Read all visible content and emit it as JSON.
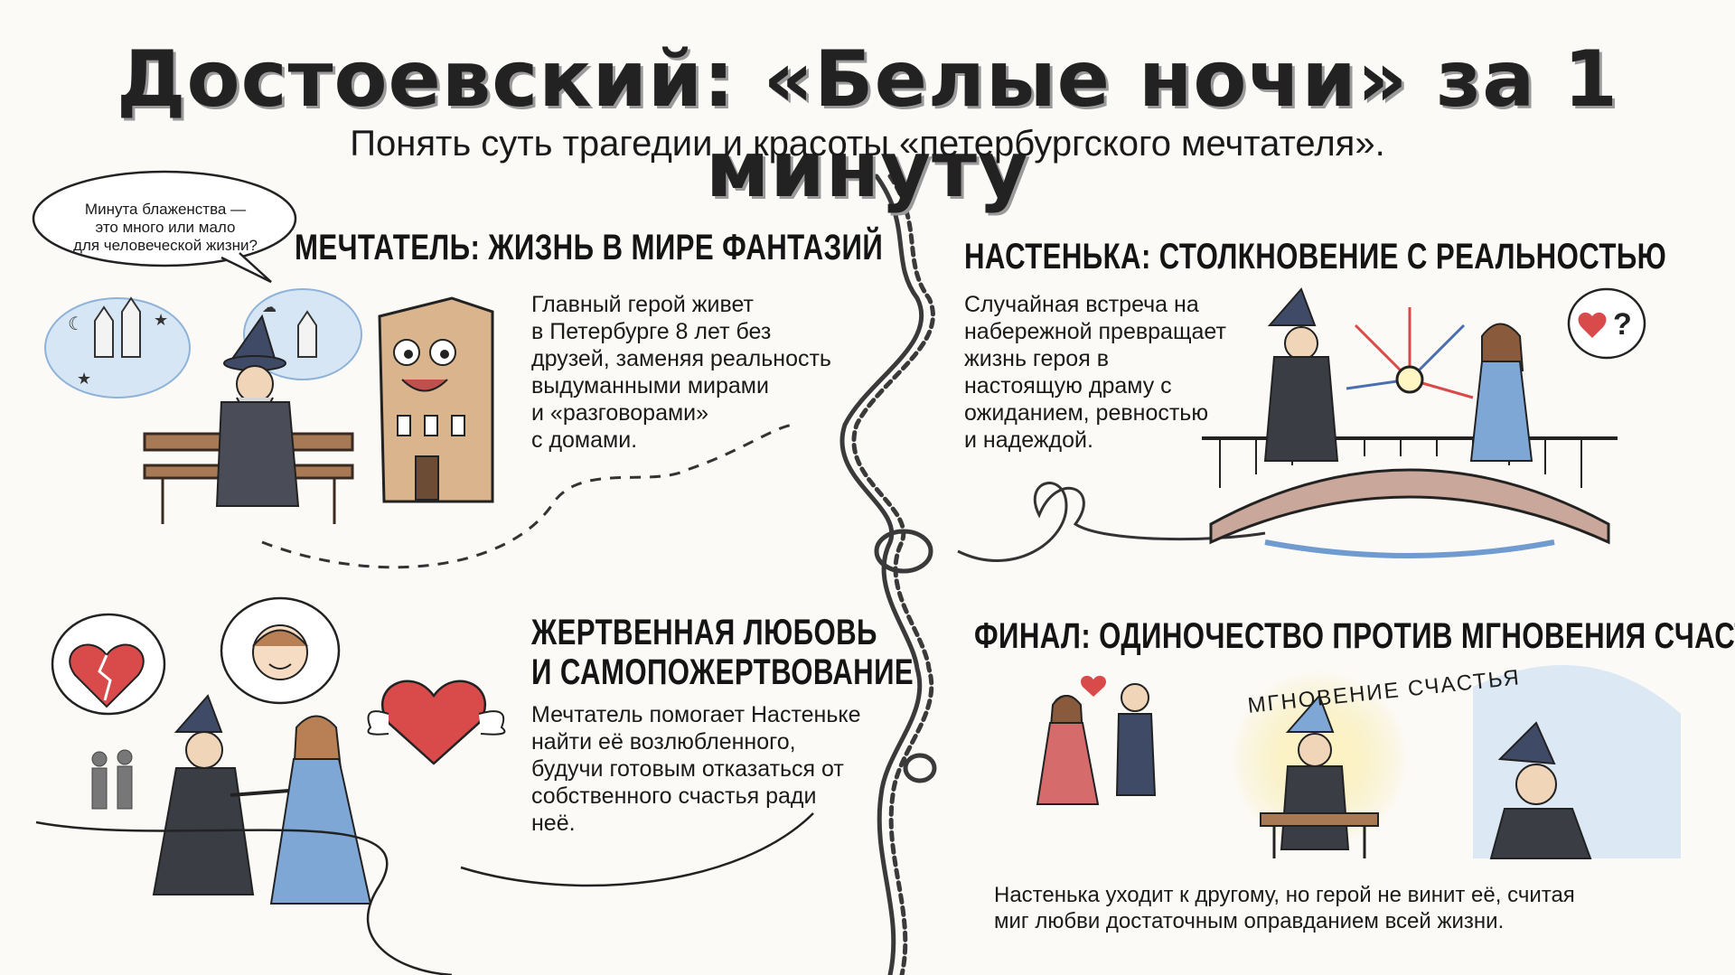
{
  "title": "Достоевский: «Белые ночи» за 1 минуту",
  "subtitle": "Понять суть трагедии и красоты «петербургского мечтателя».",
  "quote_bubble": "Минута блаженства —\nэто много или мало\nдля человеческой жизни?",
  "sections": {
    "dreamer": {
      "heading": "МЕЧТАТЕЛЬ: ЖИЗНЬ В МИРЕ ФАНТАЗИЙ",
      "text": "Главный герой живет\nв Петербурге 8 лет без\nдрузей, заменяя реальность\nвыдуманными мирами\nи «разговорами»\nс домами."
    },
    "nastenka": {
      "heading": "НАСТЕНЬКА: СТОЛКНОВЕНИЕ С РЕАЛЬНОСТЬЮ",
      "text": "Случайная встреча на\nнабережной превращает\nжизнь героя в\nнастоящую драму с\nожиданием, ревностью\nи надеждой."
    },
    "sacrifice": {
      "heading_line1": "ЖЕРТВЕННАЯ ЛЮБОВЬ",
      "heading_line2": "И САМОПОЖЕРТВОВАНИЕ",
      "text": "Мечтатель помогает Настеньке\nнайти её возлюбленного,\nбудучи готовым отказаться от\nсобственного счастья ради\nнеё."
    },
    "finale": {
      "heading": "ФИНАЛ: ОДИНОЧЕСТВО ПРОТИВ МГНОВЕНИЯ СЧАСТЬЯ",
      "text": "Настенька уходит к другому, но герой не винит её, считая\nмиг любви достаточным оправданием всей жизни.",
      "arc_label": "МГНОВЕНИЕ СЧАСТЬЯ"
    }
  },
  "colors": {
    "ink": "#222222",
    "heart": "#d94b4b",
    "cloud_blue": "#b9d3ec",
    "building": "#d9b48c",
    "coat_blue": "#7fa7d6",
    "glow": "#f6df7a"
  }
}
